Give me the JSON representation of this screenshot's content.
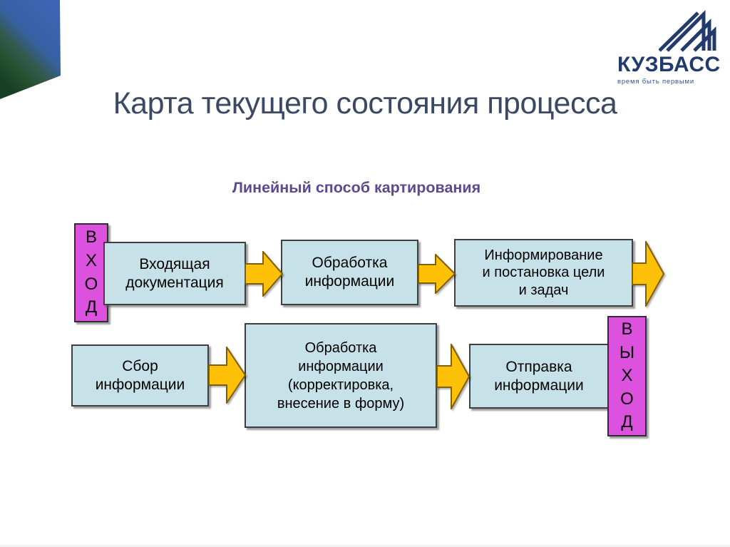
{
  "slide": {
    "title": "Карта текущего состояния процесса",
    "subtitle": "Линейный способ картирования"
  },
  "logo": {
    "name": "КУЗБАСС",
    "tagline": "время быть первыми",
    "icon": "mountains-icon"
  },
  "flow": {
    "entry": {
      "label": "ВХОД",
      "lines": [
        "В",
        "Х",
        "О",
        "Д"
      ]
    },
    "exit": {
      "label": "ВЫХОД",
      "lines": [
        "В",
        "Ы",
        "Х",
        "О",
        "Д"
      ]
    },
    "row1_steps": [
      {
        "lines": [
          "Входящая",
          "документация"
        ]
      },
      {
        "lines": [
          "Обработка",
          "информации"
        ]
      },
      {
        "lines": [
          "Информирование",
          "и постановка цели",
          "и задач"
        ]
      }
    ],
    "row2_steps": [
      {
        "lines": [
          "Сбор",
          "информации"
        ]
      },
      {
        "lines": [
          "Обработка",
          "информации",
          "(корректировка,",
          "внесение в форму)"
        ]
      },
      {
        "lines": [
          "Отправка",
          "информации"
        ]
      }
    ],
    "arrow_icon": "right-block-arrow-icon"
  },
  "colors": {
    "process_box_fill": "#c7e1e8",
    "io_box_fill": "#dc52de",
    "arrow_fill": "#ffc008",
    "arrow_stroke": "#7f6000",
    "title_text": "#3c4962",
    "subtitle_text": "#5a4a8f",
    "logo_navy": "#233a6d",
    "corner_gradient_top": "#3c65b3",
    "corner_gradient_bottom": "#173e22"
  }
}
